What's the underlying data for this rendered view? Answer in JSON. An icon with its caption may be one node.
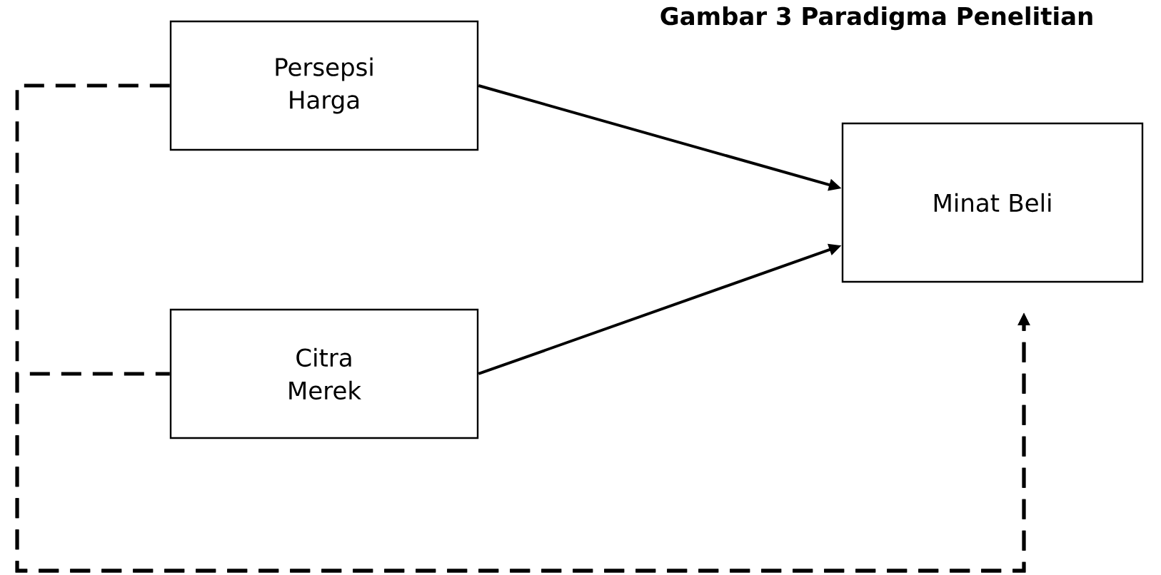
{
  "diagram": {
    "title": "Gambar 3 Paradigma Penelitian",
    "nodes": [
      {
        "text": [
          "Persepsi Harga"
        ]
      },
      {
        "text": [
          "Citra Merek"
        ]
      },
      {
        "text": [
          "Minat Beli"
        ]
      }
    ],
    "edges": [
      {
        "from": 0,
        "to": 2,
        "arrow": "to"
      },
      {
        "from": 1,
        "to": 2,
        "arrow": "to"
      },
      {
        "from": 0,
        "to": 2,
        "arrow": "to",
        "style": "dashed"
      },
      {
        "from": 1,
        "to": 2,
        "arrow": "to",
        "style": "dashed"
      }
    ]
  }
}
